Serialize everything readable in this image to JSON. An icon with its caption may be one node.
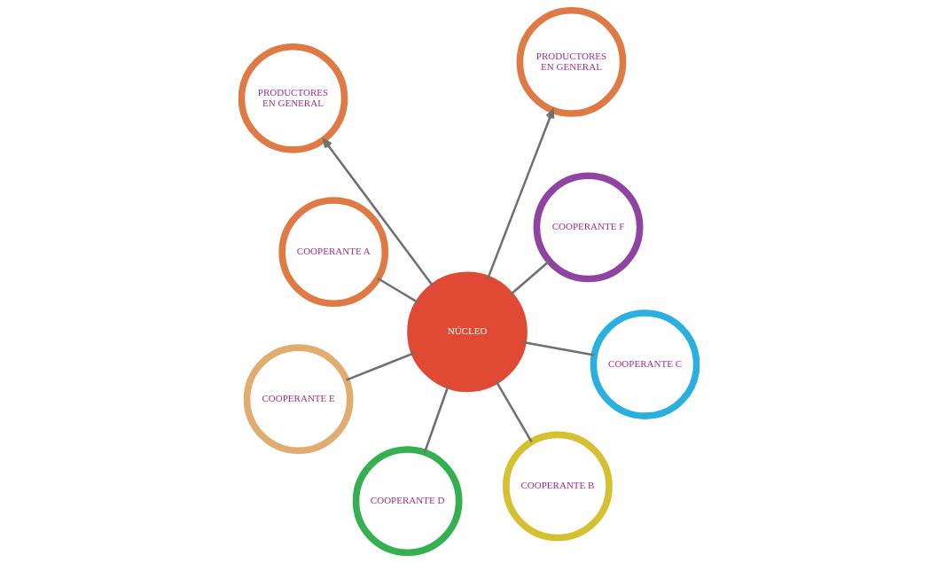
{
  "diagram": {
    "nodes": [
      {
        "text": [
          "COOPERANTE A"
        ]
      },
      {
        "text": [
          "COOPERANTE F"
        ]
      },
      {
        "text": [
          "COOPERANTE B"
        ]
      },
      {
        "text": [
          "PRODUCTORES EN GENERAL"
        ]
      },
      {
        "text": [
          "NÚCLEO"
        ]
      },
      {
        "text": [
          "PRODUCTORES EN GENERAL"
        ]
      },
      {
        "text": [
          "COOPERANTE E"
        ]
      },
      {
        "text": [
          "COOPERANTE C"
        ]
      },
      {
        "text": [
          "COOPERANTE D"
        ]
      }
    ],
    "edges": [
      {
        "from": 4,
        "to": 0,
        "arrow": "none"
      },
      {
        "from": 4,
        "to": 2,
        "arrow": "none"
      },
      {
        "from": 4,
        "to": 7,
        "arrow": "none"
      },
      {
        "from": 4,
        "to": 8,
        "arrow": "none"
      },
      {
        "from": 4,
        "to": 6,
        "arrow": "none"
      },
      {
        "from": 4,
        "to": 1,
        "arrow": "none"
      },
      {
        "from": 4,
        "to": 3,
        "arrow": "to"
      },
      {
        "from": 4,
        "to": 5,
        "arrow": "to"
      }
    ]
  }
}
